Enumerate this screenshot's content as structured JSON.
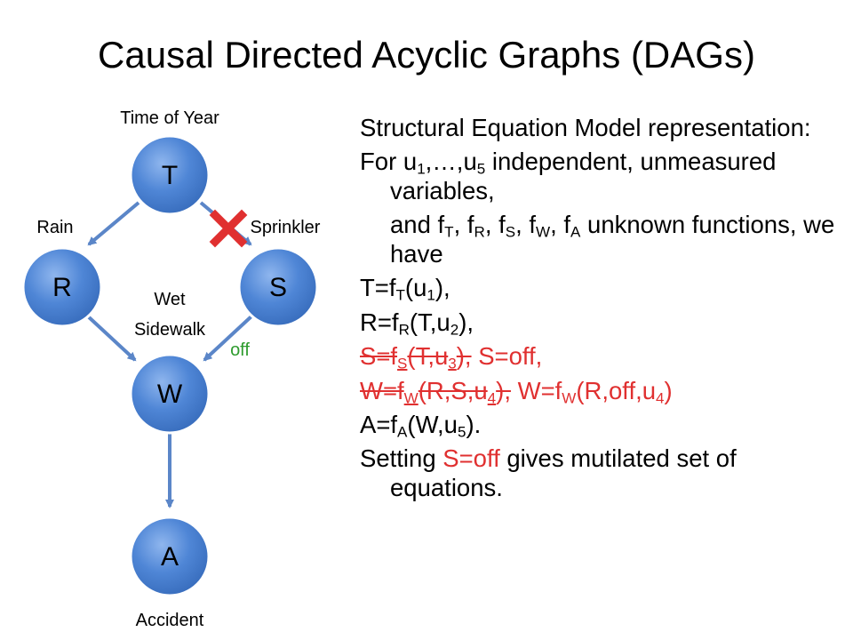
{
  "title": "Causal Directed Acyclic Graphs (DAGs)",
  "diagram": {
    "nodes": {
      "T": {
        "label": "T",
        "caption": "Time of Year"
      },
      "R": {
        "label": "R",
        "caption": "Rain"
      },
      "S": {
        "label": "S",
        "caption": "Sprinkler"
      },
      "W": {
        "label": "W",
        "caption_line1": "Wet",
        "caption_line2": "Sidewalk"
      },
      "A": {
        "label": "A",
        "caption": "Accident"
      }
    },
    "off_label": "off",
    "colors": {
      "node_fill": "#4f86d6",
      "edge": "#5b86c8",
      "cut_mark": "#e03030",
      "off_text": "#2e9b2e",
      "highlight": "#e03030"
    }
  },
  "sem": {
    "heading": "Structural Equation Model representation:",
    "for_1": "For u",
    "for_sub1": "1",
    "for_2": ",…,u",
    "for_sub2": "5",
    "for_3": " independent, unmeasured variables,",
    "and_1": "and f",
    "and_subT": "T",
    "and_2": ", f",
    "and_subR": "R",
    "and_3": ", f",
    "and_subS": "S",
    "and_4": ", f",
    "and_subW": "W",
    "and_5": ", f",
    "and_subA": "A",
    "and_6": " unknown functions, we have",
    "eqT": {
      "a": "T=f",
      "s1": "T",
      "b": "(u",
      "s2": "1",
      "c": "),"
    },
    "eqR": {
      "a": "R=f",
      "s1": "R",
      "b": "(T,u",
      "s2": "2",
      "c": "),"
    },
    "eqS": {
      "a": "S=f",
      "s1": "S",
      "b": "(T,u",
      "s2": "3",
      "c": "),",
      "new": " S=off,"
    },
    "eqW": {
      "a": "W=f",
      "s1": "W",
      "b": "(R,S,u",
      "s2": "4",
      "c": "),",
      "new_a": " W=f",
      "new_s1": "W",
      "new_b": "(R,off,u",
      "new_s2": "4",
      "new_c": ")"
    },
    "eqA": {
      "a": "A=f",
      "s1": "A",
      "b": "(W,u",
      "s2": "5",
      "c": ")."
    },
    "setting_1": "Setting ",
    "setting_red": "S=off",
    "setting_2": " gives mutilated set of equations."
  }
}
